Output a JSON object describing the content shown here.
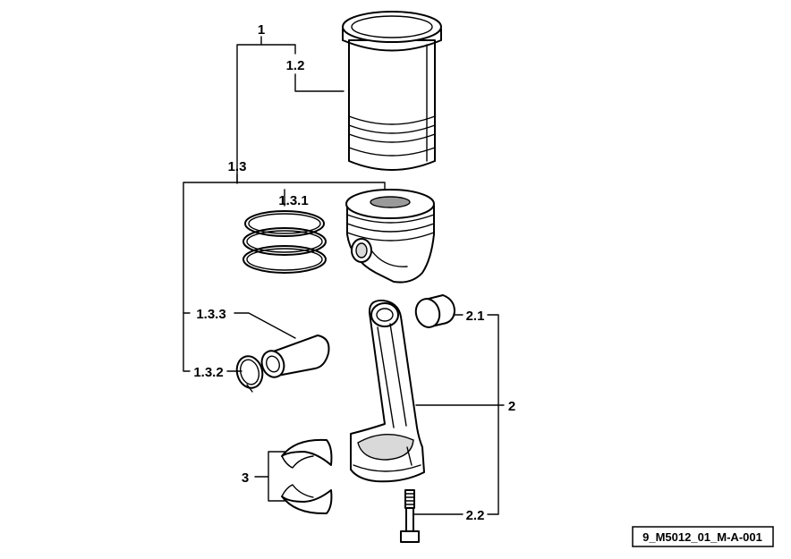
{
  "labels": {
    "p1": "1",
    "p1_2": "1.2",
    "p1_3": "1.3",
    "p1_3_1": "1.3.1",
    "p1_3_3": "1.3.3",
    "p1_3_2": "1.3.2",
    "p2_1": "2.1",
    "p2": "2",
    "p2_2": "2.2",
    "p3": "3"
  },
  "figure_id": "9_M5012_01_M-A-001"
}
